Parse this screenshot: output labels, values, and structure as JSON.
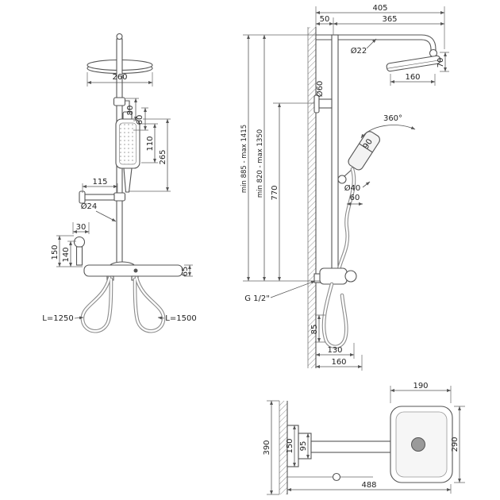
{
  "front": {
    "head_width": "260",
    "dim_80": "80",
    "dim_60": "60",
    "dim_110": "110",
    "dim_265": "265",
    "dim_115": "115",
    "pipe_dia": "Ø24",
    "dim_30": "30",
    "dim_150": "150",
    "dim_140": "140",
    "dim_65": "65",
    "hose_left": "L=1250",
    "hose_right": "L=1500"
  },
  "side": {
    "dim_405": "405",
    "dim_50": "50",
    "dim_365": "365",
    "pipe_dia": "Ø22",
    "dim_70": "70",
    "head_width": "160",
    "bracket_dia": "Ø60",
    "rotation": "360°",
    "dim_90": "90",
    "hose_dia": "Ø40",
    "dim_60": "60",
    "range_outer": "min 885 - max 1415",
    "range_inner": "min 820 - max 1350",
    "dim_770": "770",
    "thread": "G 1/2\"",
    "dim_85": "85",
    "dim_130": "130",
    "dim_160": "160"
  },
  "top": {
    "dim_190": "190",
    "dim_290": "290",
    "dim_390": "390",
    "dim_150": "150",
    "dim_95": "95",
    "dim_488": "488"
  }
}
